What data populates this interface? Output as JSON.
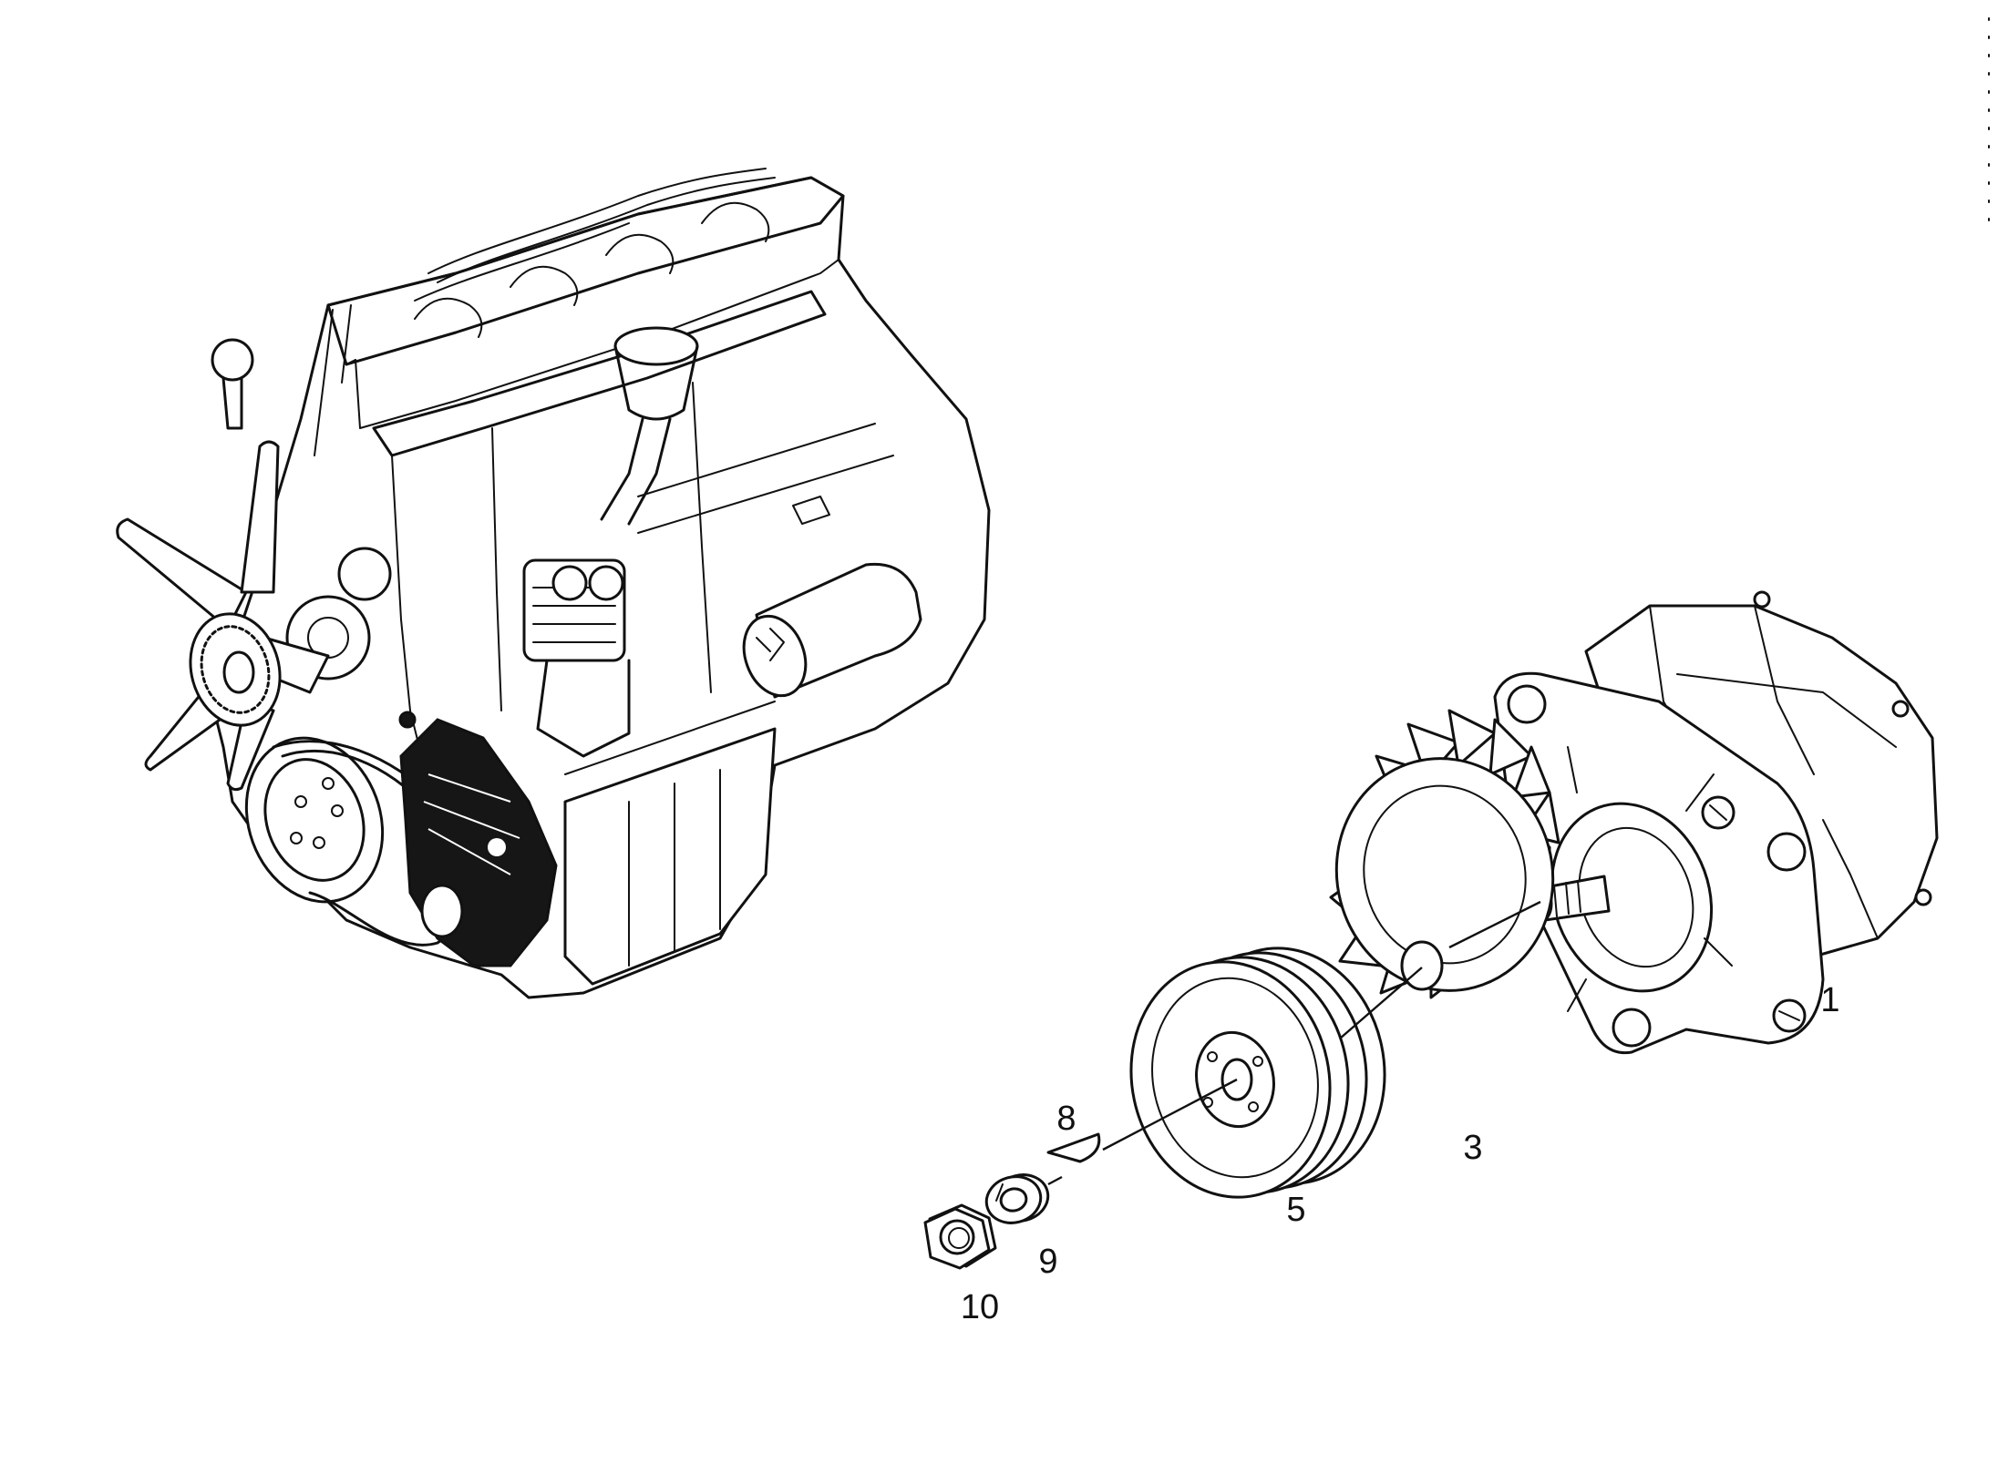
{
  "callouts": [
    {
      "id": "alternator",
      "label": "1"
    },
    {
      "id": "fan",
      "label": "3"
    },
    {
      "id": "pulley",
      "label": "5"
    },
    {
      "id": "key",
      "label": "8"
    },
    {
      "id": "washer",
      "label": "9"
    },
    {
      "id": "nut",
      "label": "10"
    }
  ],
  "colors": {
    "ink": "#111111",
    "highlight": "#161616",
    "paper": "#ffffff"
  }
}
